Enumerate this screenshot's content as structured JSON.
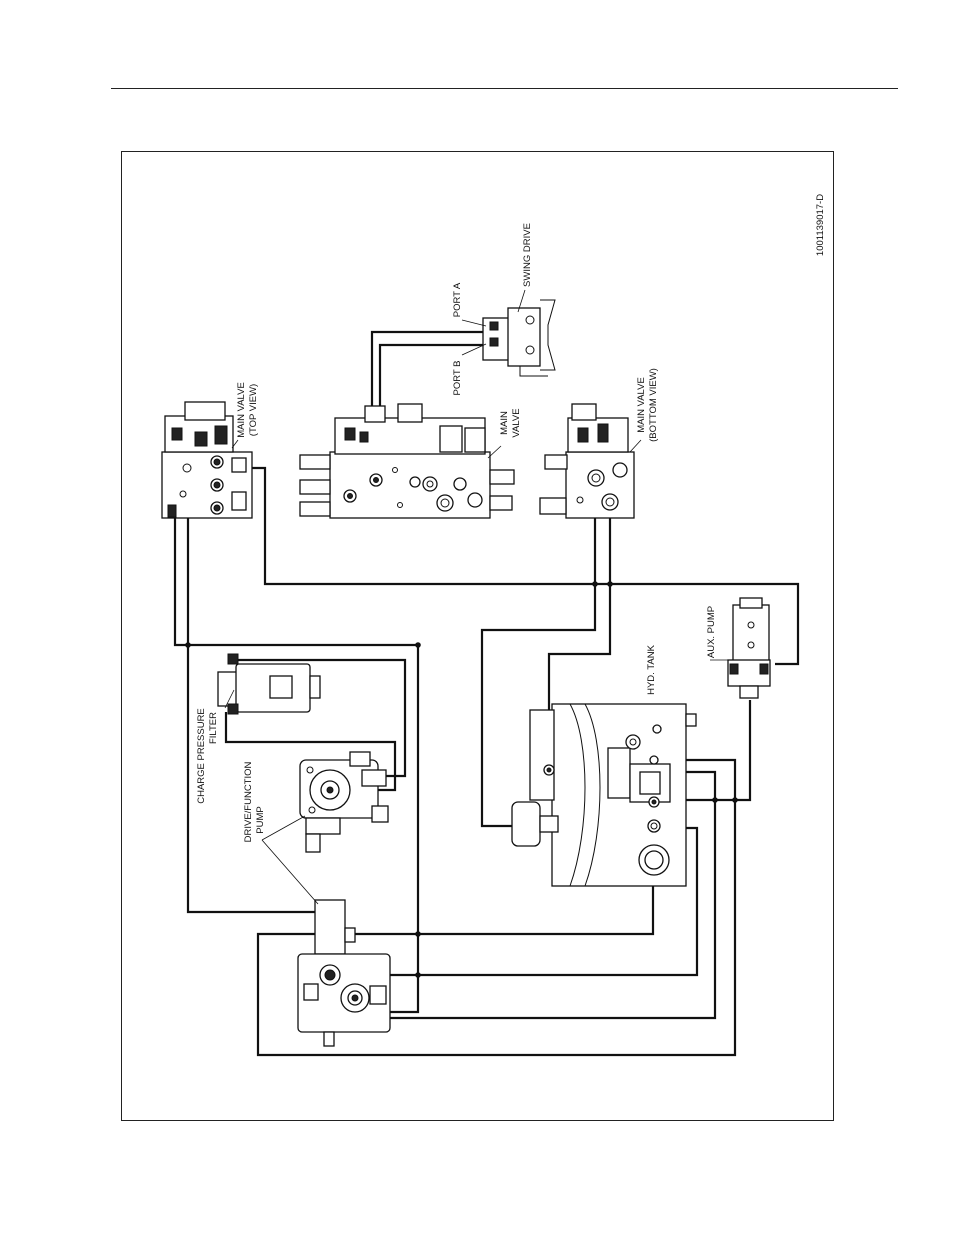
{
  "figure_id": "1001139017-D",
  "labels": {
    "swing_drive": "SWING DRIVE",
    "port_a": "PORT A",
    "port_b": "PORT B",
    "main_valve_top_l1": "MAIN VALVE",
    "main_valve_top_l2": "(TOP VIEW)",
    "main_valve_l1": "MAIN",
    "main_valve_l2": "VALVE",
    "main_valve_bottom_l1": "MAIN VALVE",
    "main_valve_bottom_l2": "(BOTTOM VIEW)",
    "charge_filter_l1": "CHARGE PRESSURE",
    "charge_filter_l2": "FILTER",
    "drive_pump_l1": "DRIVE/FUNCTION",
    "drive_pump_l2": "PUMP",
    "hyd_tank": "HYD. TANK",
    "aux_pump": "AUX. PUMP"
  }
}
